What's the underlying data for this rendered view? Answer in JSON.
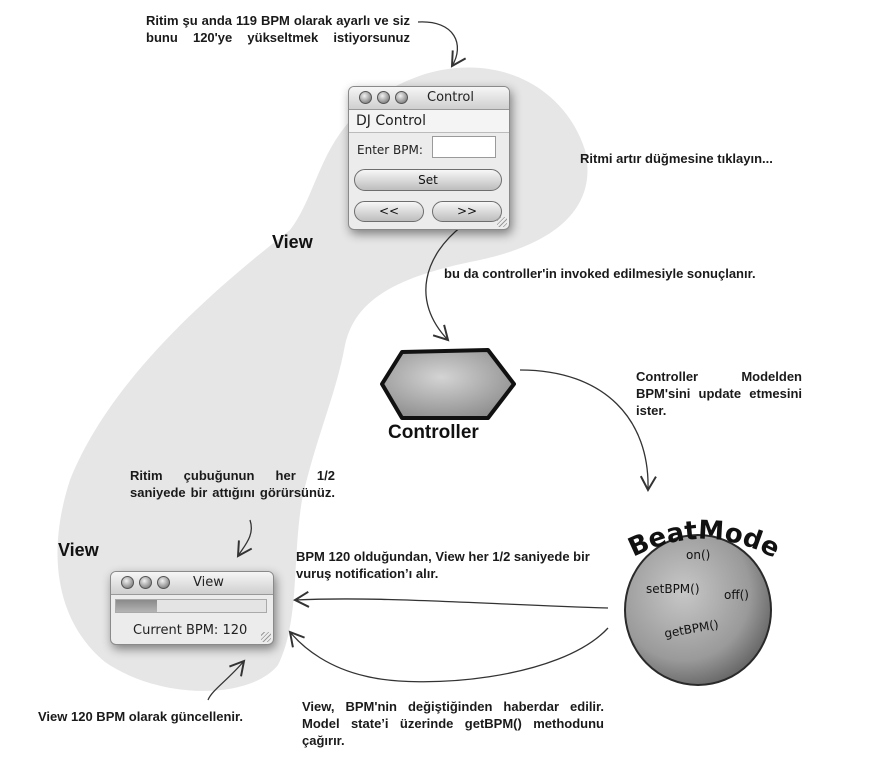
{
  "notes": {
    "top": "Ritim şu anda 119 BPM olarak ayarlı ve siz bunu 120'ye yükseltmek istiyorsunuz",
    "click": "Ritmi artır düğmesine tıklayın...",
    "invoked": "bu da controller'in invoked edilmesiyle sonuçlanır.",
    "controller_asks": "Controller Modelden BPM'sini update etmesini ister.",
    "bar_pulse": "Ritim çubuğunun her 1/2 saniyede bir attığını görürsünüz.",
    "notification": "BPM 120 olduğundan, View her 1/2 saniyede bir vuruş notification’ı alır.",
    "view_updated": "View 120 BPM olarak güncellenir.",
    "notified": "View, BPM'nin değiştiğinden haberdar edilir. Model state’i üzerinde getBPM() methodunu çağırır."
  },
  "labels": {
    "view_top": "View",
    "view_bottom": "View",
    "controller": "Controller",
    "beatmodel": "BeatModel"
  },
  "control_window": {
    "title": "Control",
    "header": "DJ Control",
    "bpm_label": "Enter BPM:",
    "bpm_value": "",
    "set_button": "Set",
    "decrease_button": "<<",
    "increase_button": ">>"
  },
  "view_window": {
    "title": "View",
    "current_bpm": "Current BPM: 120",
    "beat_bar_level": 0.27
  },
  "beatmodel_methods": [
    "on()",
    "setBPM()",
    "off()",
    "getBPM()"
  ],
  "colors": {
    "blob": "#e6e6e6",
    "controller_fill": "#a9a9a9",
    "sphere_light": "#b8b8b8",
    "sphere_dark": "#4a4a4a",
    "ink": "#1a1a1a"
  }
}
